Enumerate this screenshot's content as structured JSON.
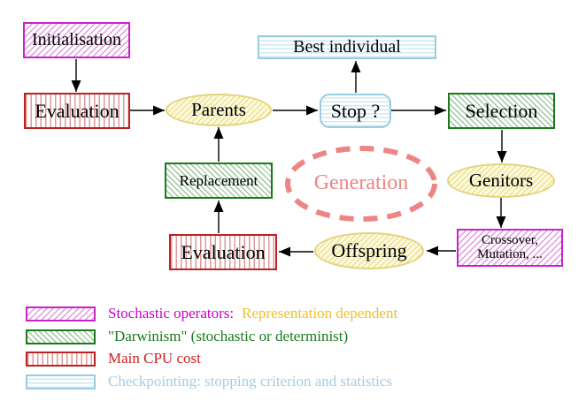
{
  "diagram": {
    "nodes": {
      "initialisation": {
        "label": "Initialisation"
      },
      "evaluation_top": {
        "label": "Evaluation"
      },
      "parents": {
        "label": "Parents"
      },
      "best_individual": {
        "label": "Best individual"
      },
      "stop": {
        "label": "Stop ?"
      },
      "selection": {
        "label": "Selection"
      },
      "genitors": {
        "label": "Genitors"
      },
      "crossover_mutation": {
        "line1": "Crossover,",
        "line2": "Mutation, ..."
      },
      "offspring": {
        "label": "Offspring"
      },
      "evaluation_bottom": {
        "label": "Evaluation"
      },
      "replacement": {
        "label": "Replacement"
      },
      "generation": {
        "label": "Generation"
      }
    }
  },
  "legend": {
    "items": [
      {
        "swatch": "magenta-hatch",
        "text": "Stochastic operators:",
        "text2": "Representation dependent"
      },
      {
        "swatch": "green-hatch",
        "text": "\"Darwinism\" (stochastic or determinist)"
      },
      {
        "swatch": "red-stripes",
        "text": "Main CPU cost"
      },
      {
        "swatch": "cyan-stripes",
        "text": "Checkpointing: stopping criterion and statistics"
      }
    ]
  },
  "colors": {
    "magenta": "#cc22cc",
    "magenta_hatch": "#e09ae0",
    "red": "#bb2222",
    "red_stripe": "#e09a9a",
    "green": "#1a7a1a",
    "green_hatch": "#9cc79c",
    "cyan": "#9accdd",
    "cyan_stripe": "#cdeaf2",
    "yellow_border": "#e3d47c",
    "yellow_hatch": "#ece28f",
    "yellow_bg": "#fdf9e0",
    "coral": "#ee8484",
    "legend_magenta": "#cc00cc",
    "legend_yellow": "#eec31e",
    "legend_green": "#1a7a1a",
    "legend_red": "#cc2222",
    "legend_blue": "#a2cde9"
  }
}
